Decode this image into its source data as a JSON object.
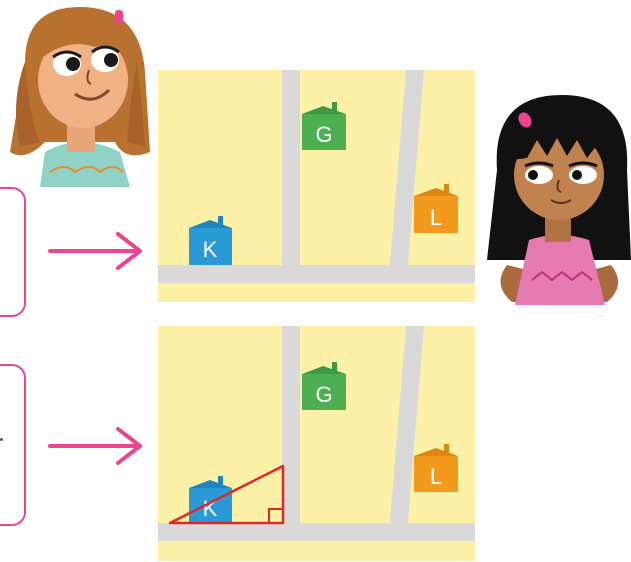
{
  "houses": {
    "g": "G",
    "k": "K",
    "l": "L"
  },
  "colors": {
    "map_background": "#fdf1a8",
    "road": "#d9d9d9",
    "arrow": "#e9468f",
    "house_g": "#4caf50",
    "house_k": "#2a9ad6",
    "house_l": "#f39a1e",
    "triangle": "#e02828"
  },
  "icons": {
    "girl_left": "girl-brown-hair-portrait",
    "girl_right": "girl-black-hair-portrait"
  }
}
